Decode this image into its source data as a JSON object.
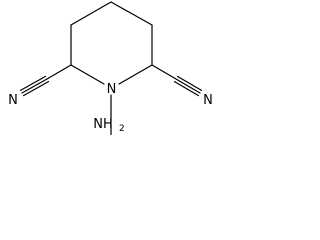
{
  "molecule": {
    "atoms": {
      "ring_n": "N",
      "amino_n": "NH",
      "amino_h_count": "2",
      "nitrile_left_n": "N",
      "nitrile_right_n": "N"
    },
    "bonds": [
      {
        "from": "N1",
        "to": "C2",
        "order": 1
      },
      {
        "from": "C2",
        "to": "C3",
        "order": 1
      },
      {
        "from": "C3",
        "to": "C4",
        "order": 1
      },
      {
        "from": "C4",
        "to": "C5",
        "order": 1
      },
      {
        "from": "C5",
        "to": "C6",
        "order": 1
      },
      {
        "from": "C6",
        "to": "N1",
        "order": 1
      },
      {
        "from": "N1",
        "to": "N7",
        "order": 1
      },
      {
        "from": "C2",
        "to": "C8",
        "order": 1
      },
      {
        "from": "C8",
        "to": "N9",
        "order": 3
      },
      {
        "from": "C6",
        "to": "C10",
        "order": 1
      },
      {
        "from": "C10",
        "to": "N11",
        "order": 3
      }
    ]
  }
}
